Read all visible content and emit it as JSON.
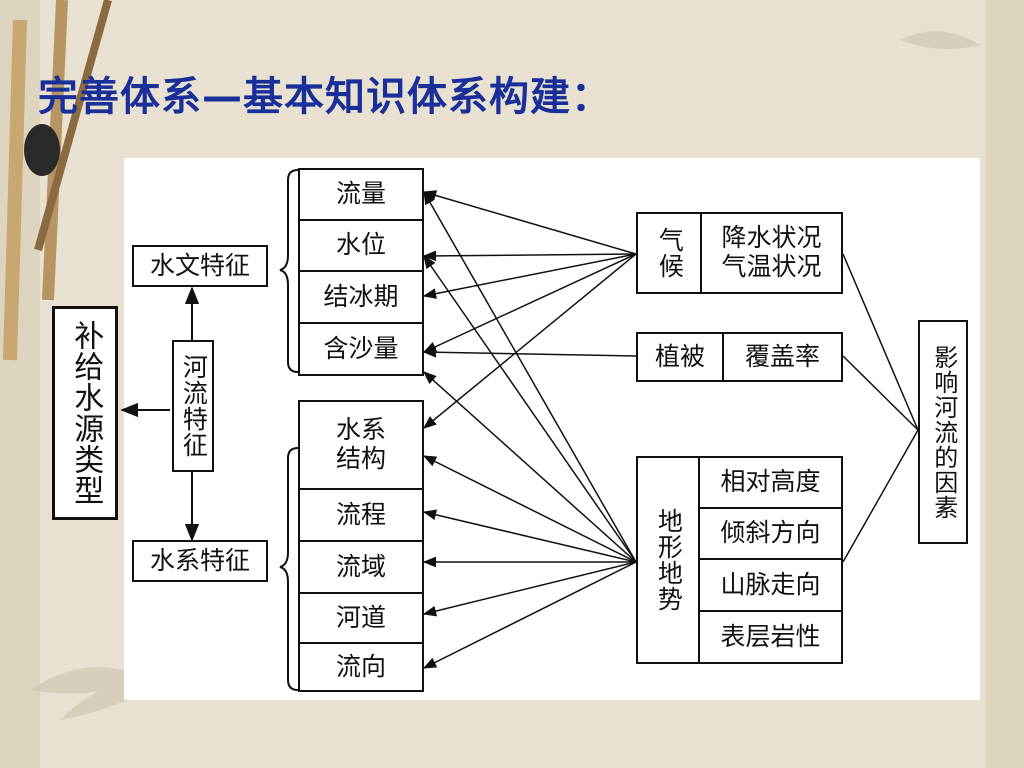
{
  "title": "完善体系—基本知识体系构建：",
  "center": {
    "supply": "补给水源类型",
    "river_features": "河流特征",
    "hydro_features": "水文特征",
    "system_features": "水系特征"
  },
  "hydro_items": [
    "流量",
    "水位",
    "结冰期",
    "含沙量"
  ],
  "system_items": [
    "水系\n结构",
    "流程",
    "流域",
    "河道",
    "流向"
  ],
  "climate": {
    "label": "气候",
    "detail": "降水状况\n气温状况"
  },
  "vegetation": {
    "label": "植被",
    "detail": "覆盖率"
  },
  "terrain": {
    "label": "地形地势",
    "items": [
      "相对高度",
      "倾斜方向",
      "山脉走向",
      "表层岩性"
    ]
  },
  "factors": "影响河流的因素"
}
